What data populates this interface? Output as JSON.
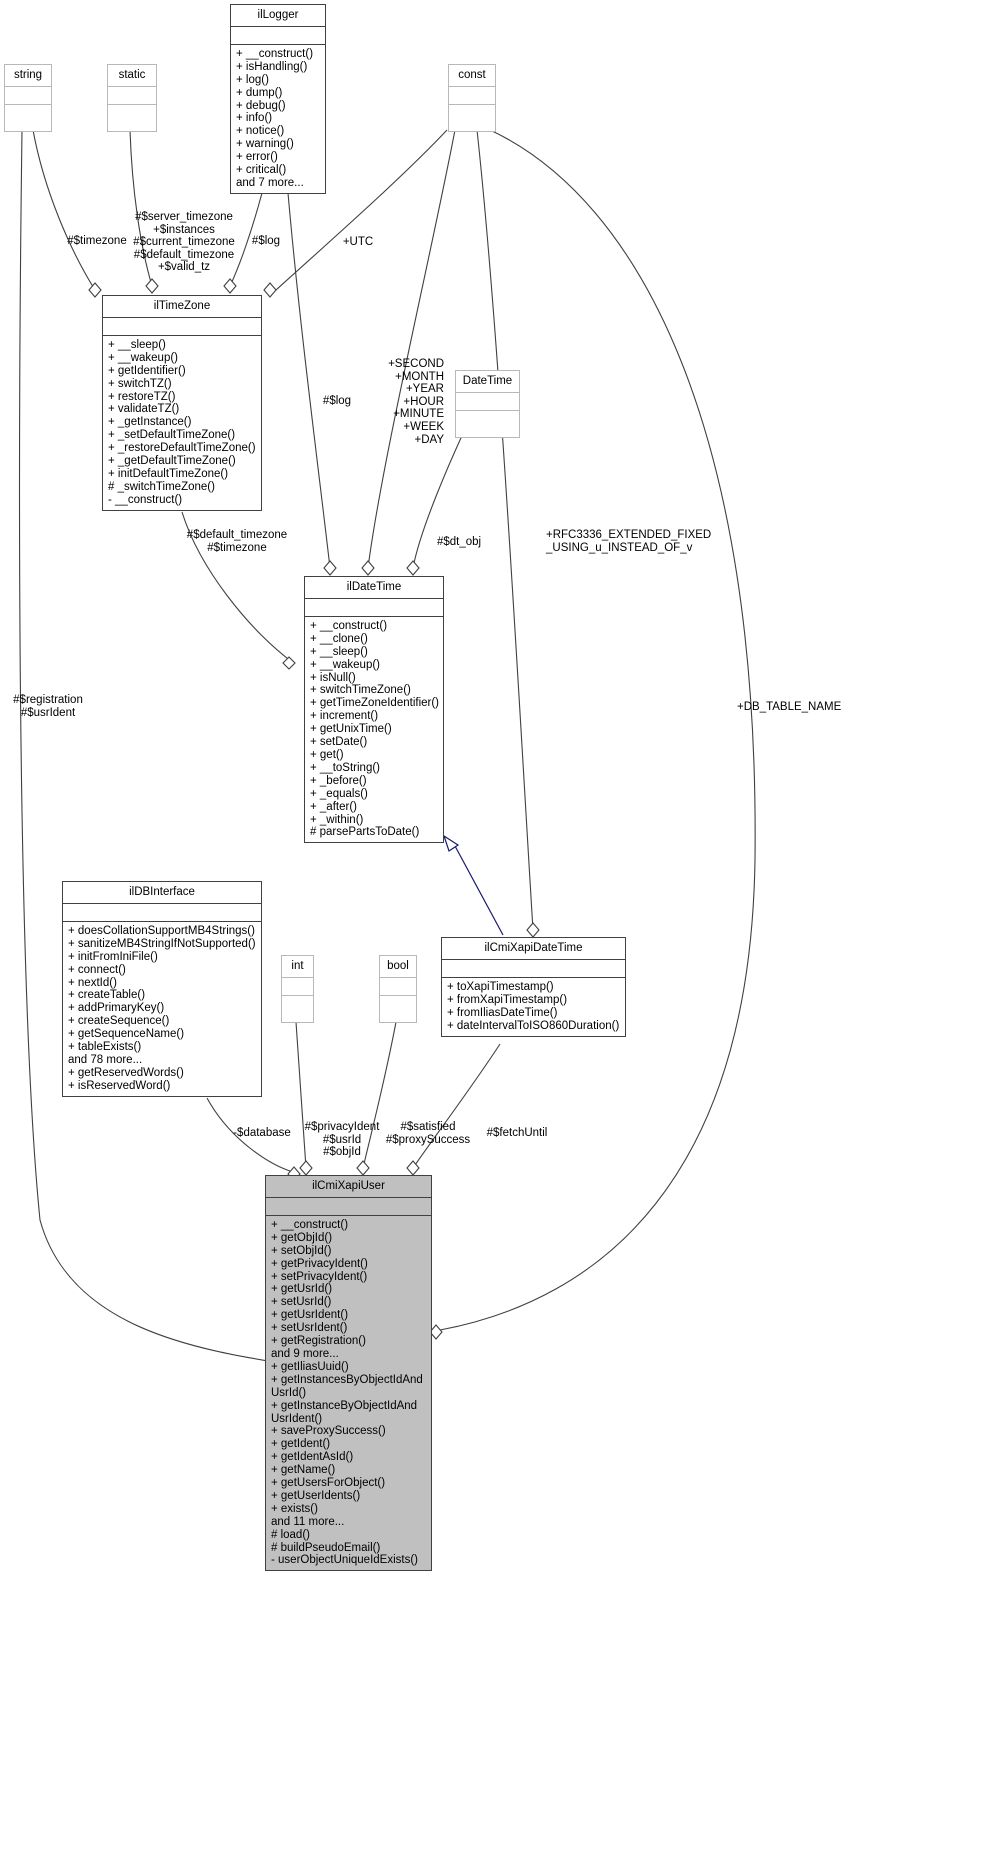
{
  "diagram": {
    "type": "uml-collaboration-diagram",
    "title": "ilCmiXapiUser collaboration diagram",
    "background": "#ffffff",
    "highlight_fill": "#c0c0c0",
    "line_color": "#404040",
    "inheritance_color": "#191970"
  },
  "classes": [
    {
      "id": "string",
      "name": "string",
      "attributes": [],
      "methods": [],
      "style": "grey"
    },
    {
      "id": "static",
      "name": "static",
      "attributes": [],
      "methods": [],
      "style": "grey"
    },
    {
      "id": "ilLogger",
      "name": "ilLogger",
      "attributes": [],
      "methods": [
        "+ __construct()",
        "+ isHandling()",
        "+ log()",
        "+ dump()",
        "+ debug()",
        "+ info()",
        "+ notice()",
        "+ warning()",
        "+ error()",
        "+ critical()",
        "and 7 more..."
      ],
      "style": "normal"
    },
    {
      "id": "const",
      "name": "const",
      "attributes": [],
      "methods": [],
      "style": "grey"
    },
    {
      "id": "ilTimeZone",
      "name": "ilTimeZone",
      "attributes": [],
      "methods": [
        "+ __sleep()",
        "+ __wakeup()",
        "+ getIdentifier()",
        "+ switchTZ()",
        "+ restoreTZ()",
        "+ validateTZ()",
        "+ _getInstance()",
        "+ _setDefaultTimeZone()",
        "+ _restoreDefaultTimeZone()",
        "+ _getDefaultTimeZone()",
        "+ initDefaultTimeZone()",
        "#  _switchTimeZone()",
        "-  __construct()"
      ],
      "style": "normal"
    },
    {
      "id": "DateTime",
      "name": "DateTime",
      "attributes": [],
      "methods": [],
      "style": "grey"
    },
    {
      "id": "ilDateTime",
      "name": "ilDateTime",
      "attributes": [],
      "methods": [
        "+ __construct()",
        "+ __clone()",
        "+ __sleep()",
        "+ __wakeup()",
        "+ isNull()",
        "+ switchTimeZone()",
        "+ getTimeZoneIdentifier()",
        "+ increment()",
        "+ getUnixTime()",
        "+ setDate()",
        "+ get()",
        "+ __toString()",
        "+ _before()",
        "+ _equals()",
        "+ _after()",
        "+ _within()",
        "# parsePartsToDate()"
      ],
      "style": "normal"
    },
    {
      "id": "ilDBInterface",
      "name": "ilDBInterface",
      "attributes": [],
      "methods": [
        "+ doesCollationSupportMB4Strings()",
        "+ sanitizeMB4StringIfNotSupported()",
        "+ initFromIniFile()",
        "+ connect()",
        "+ nextId()",
        "+ createTable()",
        "+ addPrimaryKey()",
        "+ createSequence()",
        "+ getSequenceName()",
        "+ tableExists()",
        "and 78 more...",
        "+ getReservedWords()",
        "+ isReservedWord()"
      ],
      "style": "normal"
    },
    {
      "id": "ilCmiXapiDateTime",
      "name": "ilCmiXapiDateTime",
      "attributes": [],
      "methods": [
        "+ toXapiTimestamp()",
        "+ fromXapiTimestamp()",
        "+ fromIliasDateTime()",
        "+ dateIntervalToISO860Duration()"
      ],
      "style": "normal"
    },
    {
      "id": "int",
      "name": "int",
      "attributes": [],
      "methods": [],
      "style": "grey"
    },
    {
      "id": "bool",
      "name": "bool",
      "attributes": [],
      "methods": [],
      "style": "grey"
    },
    {
      "id": "ilCmiXapiUser",
      "name": "ilCmiXapiUser",
      "attributes": [],
      "methods": [
        "+ __construct()",
        "+ getObjId()",
        "+ setObjId()",
        "+ getPrivacyIdent()",
        "+ setPrivacyIdent()",
        "+ getUsrId()",
        "+ setUsrId()",
        "+ getUsrIdent()",
        "+ setUsrIdent()",
        "+ getRegistration()",
        "and 9 more...",
        "+ getIliasUuid()",
        "+ getInstancesByObjectIdAnd UsrId()",
        "+ getInstanceByObjectIdAnd UsrIdent()",
        "+ saveProxySuccess()",
        "+ getIdent()",
        "+ getIdentAsId()",
        "+ getName()",
        "+ getUsersForObject()",
        "+ getUserIdents()",
        "+ exists()",
        "and 11 more...",
        "# load()",
        "# buildPseudoEmail()",
        "- userObjectUniqueIdExists()"
      ],
      "style": "highlight"
    }
  ],
  "edge_labels": [
    {
      "id": "lbl-timezone-string",
      "text": "#$timezone"
    },
    {
      "id": "lbl-static-group",
      "text": "#$server_timezone\n+$instances\n#$current_timezone\n#$default_timezone\n+$valid_tz"
    },
    {
      "id": "lbl-log-timezone",
      "text": "#$log"
    },
    {
      "id": "lbl-utc",
      "text": "+UTC"
    },
    {
      "id": "lbl-log-datetime",
      "text": "#$log"
    },
    {
      "id": "lbl-const-datetime",
      "text": "+SECOND\n+MONTH\n+YEAR\n+HOUR\n+MINUTE\n+WEEK\n+DAY"
    },
    {
      "id": "lbl-dt-obj",
      "text": "#$dt_obj"
    },
    {
      "id": "lbl-default-timezone",
      "text": "#$default_timezone\n#$timezone"
    },
    {
      "id": "lbl-rfc3336",
      "text": "+RFC3336_EXTENDED_FIXED\n_USING_u_INSTEAD_OF_v"
    },
    {
      "id": "lbl-registration",
      "text": "#$registration\n#$usrIdent"
    },
    {
      "id": "lbl-db-table-name",
      "text": "+DB_TABLE_NAME"
    },
    {
      "id": "lbl-database",
      "text": "-$database"
    },
    {
      "id": "lbl-privacy-ident",
      "text": "#$privacyIdent\n#$usrId\n#$objId"
    },
    {
      "id": "lbl-satisfied",
      "text": "#$satisfied\n#$proxySuccess"
    },
    {
      "id": "lbl-fetch-until",
      "text": "#$fetchUntil"
    }
  ]
}
